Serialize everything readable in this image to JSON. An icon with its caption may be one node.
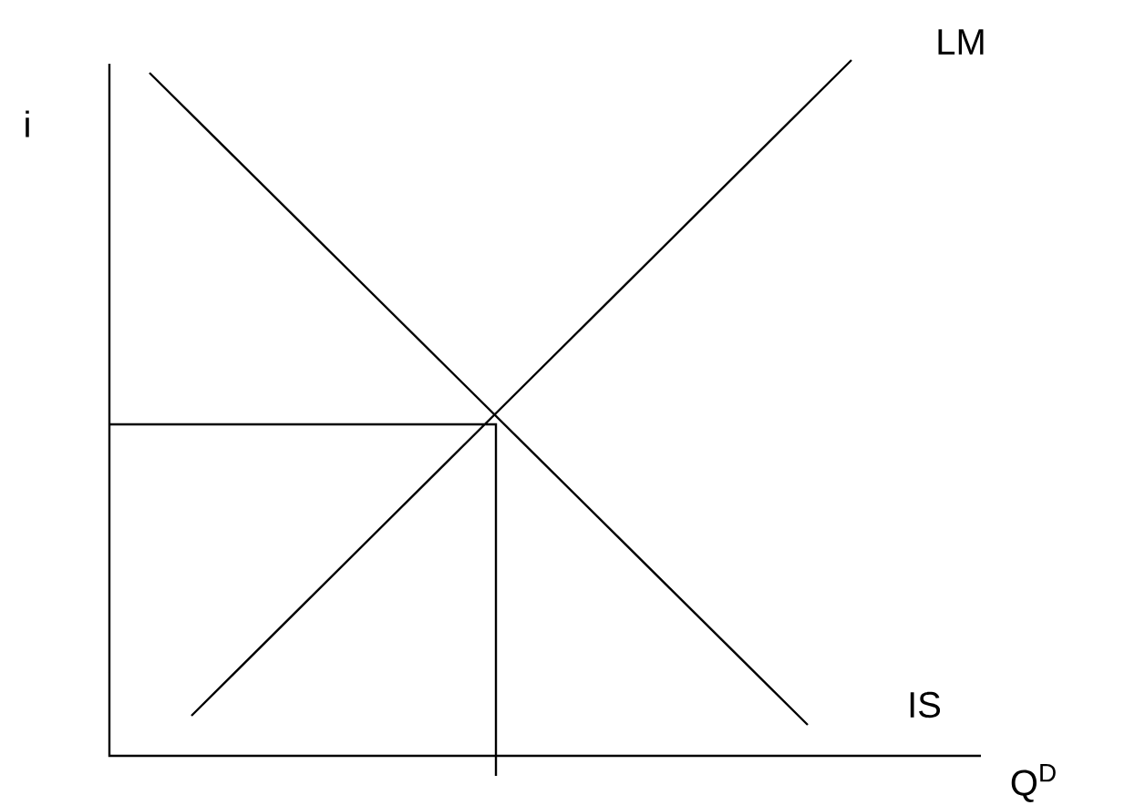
{
  "diagram": {
    "labels": [
      "i",
      "LM",
      "IS",
      "Q$^{D}$"
    ]
  }
}
